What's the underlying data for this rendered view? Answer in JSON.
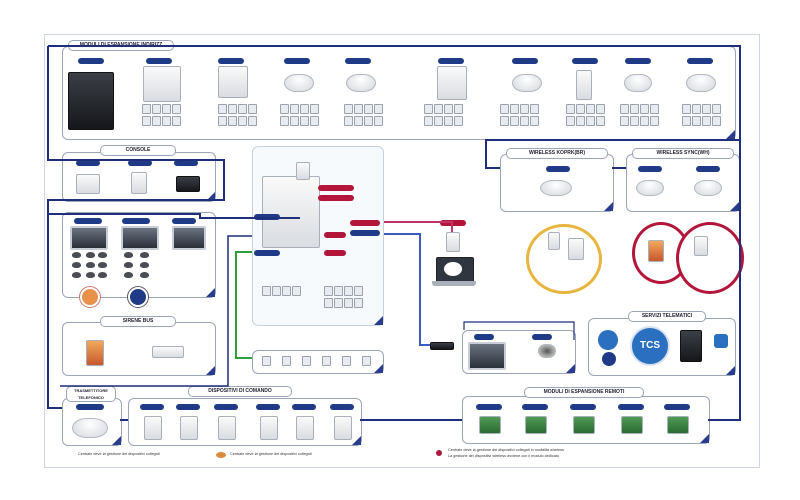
{
  "sections": {
    "indoor_modules": "MODULI DI ESPANSIONE INDIRIZZ",
    "consoles": "CONSOLE",
    "wireless_a": "WIRELESS KOPRK(BR)",
    "wireless_b": "WIRELESS SYNC(WH)",
    "sirens": "SIRENE BUS",
    "telematic": "SERVIZI TELEMATICI",
    "transmitter": "TRASMETTITORE TELEFONICO",
    "command": "DISPOSITIVI DI COMANDO",
    "remote_modules": "MODULI DI ESPANSIONE REMOTI"
  },
  "tcs_logo": "TCS",
  "notes": {
    "left": "Centrale deve la gestione dei dispositivi collegati",
    "middle": "Centrale deve la gestione dei dispositivi collegati",
    "right_1": "Centrale deve la gestione dei dispositivi collegati in modalita wireless",
    "right_2": "La gestione dei dispositivi wireless avviene con il modulo dedicato"
  },
  "colors": {
    "bus": "#1f2f7a",
    "link": "#3a5bbf",
    "pink": "#c2336b",
    "green": "#2f9e3f",
    "accent": "#1f3b87"
  },
  "icons": [
    "panel-icon",
    "dome-sensor-icon",
    "camera-icon",
    "laptop-icon",
    "phone-icon",
    "siren-icon",
    "keypad-icon"
  ]
}
